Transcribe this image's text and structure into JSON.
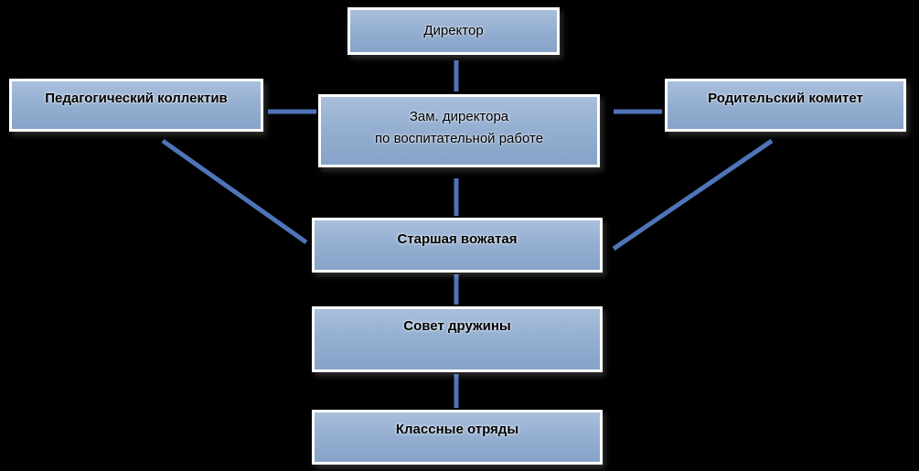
{
  "nodes": {
    "director": "Директор",
    "pedagogical_staff": "Педагогический коллектив",
    "deputy_director_line1": "Зам. директора",
    "deputy_director_line2": "по воспитательной работе",
    "parent_committee": "Родительский комитет",
    "senior_counselor": "Старшая вожатая",
    "squad_council": "Совет дружины",
    "class_squads": "Классные отряды"
  },
  "colors": {
    "background": "#000000",
    "box_fill": "#93aed0",
    "box_border": "#ffffff",
    "connector": "#4f74b8"
  }
}
